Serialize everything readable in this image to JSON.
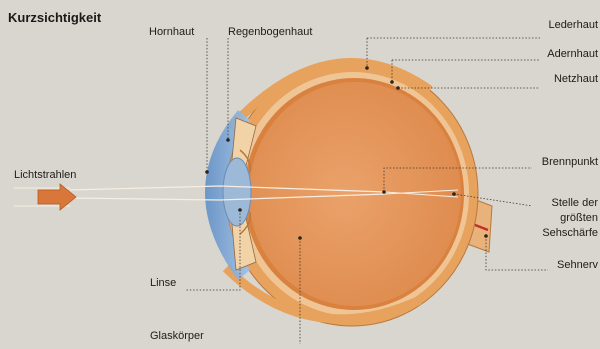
{
  "title": "Kurzsichtigkeit",
  "labels": {
    "hornhaut": "Hornhaut",
    "regenbogenhaut": "Regenbogenhaut",
    "lederhaut": "Lederhaut",
    "adernhaut": "Adernhaut",
    "netzhaut": "Netzhaut",
    "brennpunkt": "Brennpunkt",
    "stelle_line1": "Stelle der",
    "stelle_line2": "größten",
    "stelle_line3": "Sehschärfe",
    "sehnerv": "Sehnerv",
    "lichtstrahlen": "Lichtstrahlen",
    "linse": "Linse",
    "glaskoerper": "Glaskörper"
  },
  "colors": {
    "background": "#d9d6cf",
    "sclera": "#e7a25d",
    "vitreous": "#e8955a",
    "cornea": "#7fa6d4",
    "lens": "#9db9d8",
    "arrow": "#d9773a"
  }
}
